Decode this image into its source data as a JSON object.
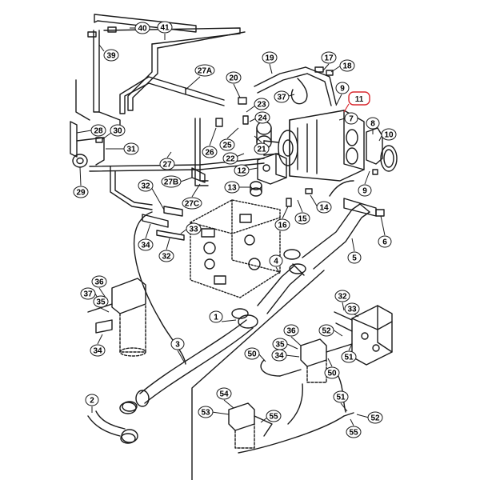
{
  "diagram": {
    "callouts": [
      {
        "id": "c1",
        "label": "40"
      },
      {
        "id": "c2",
        "label": "41"
      },
      {
        "id": "c3",
        "label": "39"
      },
      {
        "id": "c4",
        "label": "19"
      },
      {
        "id": "c5",
        "label": "17"
      },
      {
        "id": "c6",
        "label": "18"
      },
      {
        "id": "c7",
        "label": "27A"
      },
      {
        "id": "c8",
        "label": "20"
      },
      {
        "id": "c9",
        "label": "9"
      },
      {
        "id": "c10",
        "label": "37"
      },
      {
        "id": "c11",
        "label": "11"
      },
      {
        "id": "c12",
        "label": "23"
      },
      {
        "id": "c13",
        "label": "24"
      },
      {
        "id": "c14",
        "label": "7"
      },
      {
        "id": "c15",
        "label": "8"
      },
      {
        "id": "c16",
        "label": "10"
      },
      {
        "id": "c17",
        "label": "28"
      },
      {
        "id": "c18",
        "label": "30"
      },
      {
        "id": "c19",
        "label": "26"
      },
      {
        "id": "c20",
        "label": "25"
      },
      {
        "id": "c21",
        "label": "21"
      },
      {
        "id": "c22",
        "label": "31"
      },
      {
        "id": "c23",
        "label": "22"
      },
      {
        "id": "c24",
        "label": "27"
      },
      {
        "id": "c25",
        "label": "12"
      },
      {
        "id": "c26",
        "label": "29"
      },
      {
        "id": "c27",
        "label": "27B"
      },
      {
        "id": "c28",
        "label": "32"
      },
      {
        "id": "c29",
        "label": "13"
      },
      {
        "id": "c30",
        "label": "9"
      },
      {
        "id": "c31",
        "label": "27C"
      },
      {
        "id": "c32",
        "label": "14"
      },
      {
        "id": "c33",
        "label": "15"
      },
      {
        "id": "c34",
        "label": "33"
      },
      {
        "id": "c35",
        "label": "16"
      },
      {
        "id": "c36",
        "label": "6"
      },
      {
        "id": "c37",
        "label": "34"
      },
      {
        "id": "c38",
        "label": "32"
      },
      {
        "id": "c39",
        "label": "4"
      },
      {
        "id": "c40",
        "label": "5"
      },
      {
        "id": "c41",
        "label": "36"
      },
      {
        "id": "c42",
        "label": "37"
      },
      {
        "id": "c43",
        "label": "35"
      },
      {
        "id": "c44",
        "label": "34"
      },
      {
        "id": "c45",
        "label": "32"
      },
      {
        "id": "c46",
        "label": "33"
      },
      {
        "id": "c47",
        "label": "1"
      },
      {
        "id": "c48",
        "label": "52"
      },
      {
        "id": "c49",
        "label": "36"
      },
      {
        "id": "c50",
        "label": "35"
      },
      {
        "id": "c51",
        "label": "34"
      },
      {
        "id": "c52",
        "label": "3"
      },
      {
        "id": "c53",
        "label": "50"
      },
      {
        "id": "c54",
        "label": "51"
      },
      {
        "id": "c55",
        "label": "50"
      },
      {
        "id": "c56",
        "label": "54"
      },
      {
        "id": "c57",
        "label": "2"
      },
      {
        "id": "c58",
        "label": "51"
      },
      {
        "id": "c59",
        "label": "53"
      },
      {
        "id": "c60",
        "label": "55"
      },
      {
        "id": "c61",
        "label": "52"
      },
      {
        "id": "c62",
        "label": "55"
      }
    ]
  },
  "colors": {
    "ink": "#1a1a1a",
    "highlight": "#d9282f",
    "background": "#ffffff"
  }
}
